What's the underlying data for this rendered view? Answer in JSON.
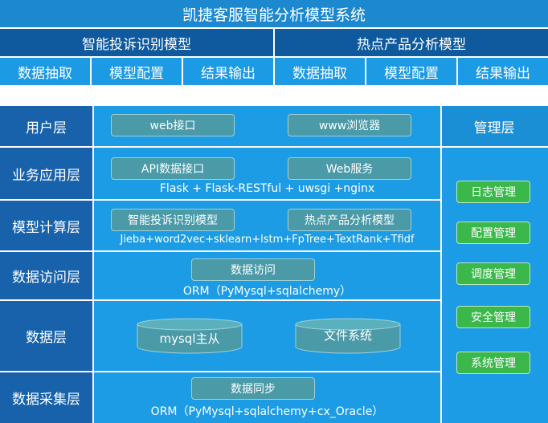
{
  "header": {
    "title": "凯捷客服智能分析模型系统",
    "models": [
      {
        "name": "智能投诉识别模型",
        "steps": [
          "数据抽取",
          "模型配置",
          "结果输出"
        ]
      },
      {
        "name": "热点产品分析模型",
        "steps": [
          "数据抽取",
          "模型配置",
          "结果输出"
        ]
      }
    ]
  },
  "layers": [
    {
      "label": "用户层",
      "boxes": [
        "web接口",
        "www浏览器"
      ],
      "tech": ""
    },
    {
      "label": "业务应用层",
      "boxes": [
        "API数据接口",
        "Web服务"
      ],
      "tech": "Flask + Flask-RESTful + uwsgi +nginx"
    },
    {
      "label": "模型计算层",
      "boxes": [
        "智能投诉识别模型",
        "热点产品分析模型"
      ],
      "tech": "Jieba+word2vec+sklearn+lstm+FpTree+TextRank+Tfidf"
    },
    {
      "label": "数据访问层",
      "boxes": [
        "数据访问"
      ],
      "tech": "ORM（PyMysql+sqlalchemy）"
    },
    {
      "label": "数据层",
      "databases": [
        "mysql主从",
        "文件系统"
      ],
      "tech": ""
    },
    {
      "label": "数据采集层",
      "boxes": [
        "数据同步"
      ],
      "tech": "ORM（PyMysql+sqlalchemy+cx_Oracle）"
    }
  ],
  "management": {
    "title": "管理层",
    "items": [
      "日志管理",
      "配置管理",
      "调度管理",
      "安全管理",
      "系统管理"
    ]
  },
  "colors": {
    "title_bar": "#1c88d0",
    "dark_blue": "#0f5a9e",
    "bright_blue": "#1c9ae3",
    "pill_teal": "#4a9aa8",
    "mgmt_green": "#3ab84a"
  }
}
